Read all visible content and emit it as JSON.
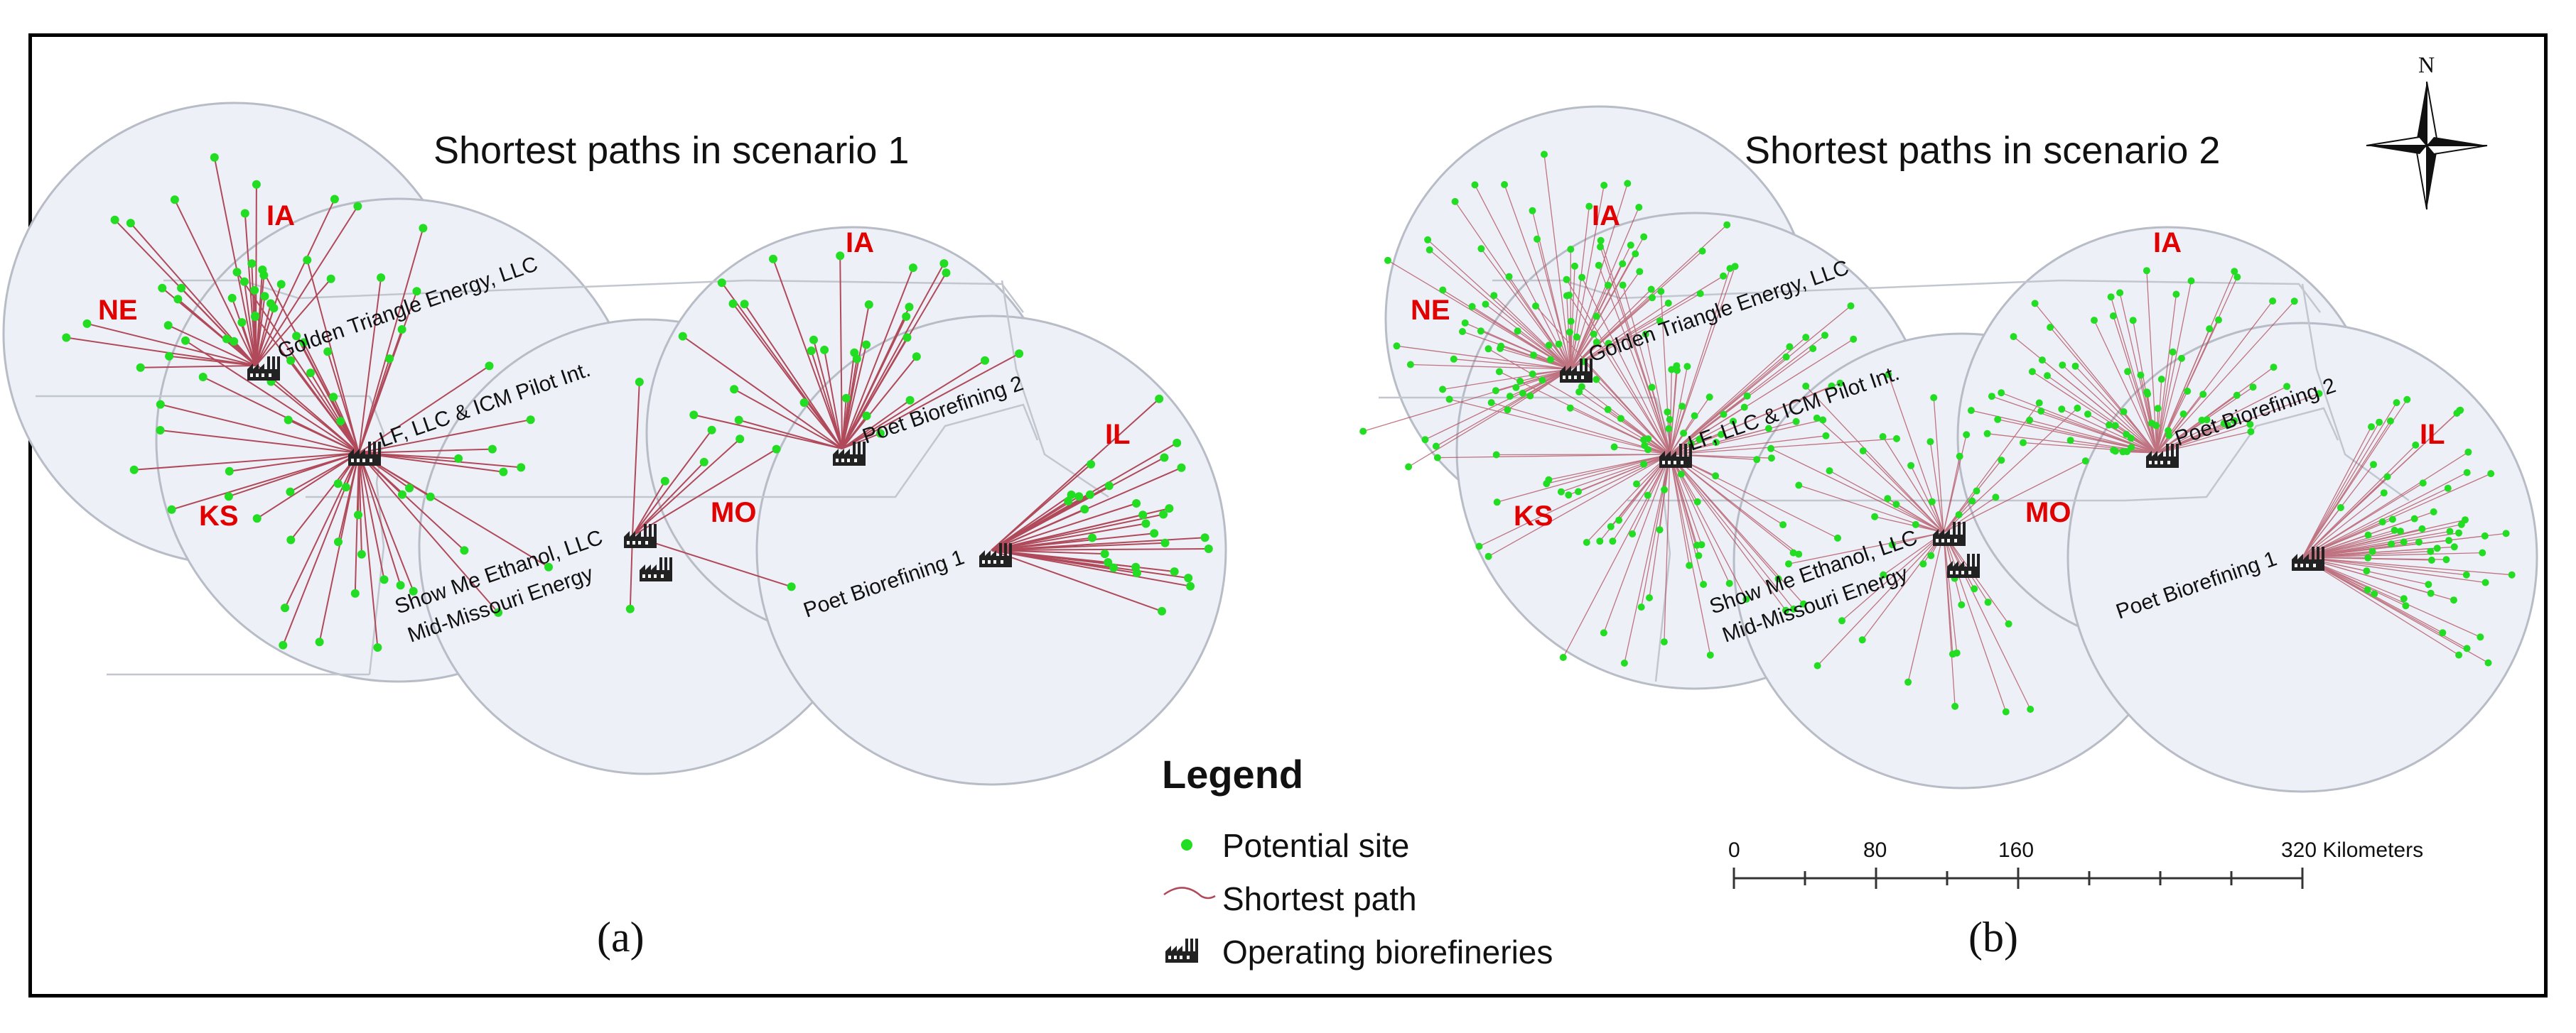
{
  "panels": [
    {
      "id": "a",
      "title": "Shortest paths in scenario 1",
      "label": "(a)",
      "states": [
        "IA",
        "NE",
        "KS",
        "IA",
        "MO",
        "IL"
      ],
      "facilities": [
        "Golden Triangle Energy, LLC",
        "LF, LLC & ICM Pilot Int.",
        "Show Me Ethanol, LLC",
        "Mid-Missouri Energy",
        "Poet Biorefining 2",
        "Poet Biorefining 1"
      ]
    },
    {
      "id": "b",
      "title": "Shortest paths in scenario 2",
      "label": "(b)",
      "states": [
        "IA",
        "NE",
        "KS",
        "IA",
        "MO",
        "IL"
      ],
      "facilities": [
        "Golden Triangle Energy, LLC",
        "LF, LLC & ICM Pilot Int.",
        "Show Me Ethanol, LLC",
        "Mid-Missouri Energy",
        "Poet Biorefining 2",
        "Poet Biorefining 1"
      ]
    }
  ],
  "legend": {
    "title": "Legend",
    "items": [
      "Potential site",
      "Shortest path",
      "Operating biorefineries"
    ]
  },
  "scale_bar": {
    "ticks": [
      "0",
      "80",
      "160",
      "320 Kilometers"
    ]
  },
  "north_arrow": {
    "label": "N"
  },
  "colors": {
    "site": "#22dd22",
    "path": "#b04a5a",
    "state_label": "#e00000",
    "map_fill": "#edf0f7",
    "map_outline": "#b8bcc6"
  },
  "icons": [
    "factory-icon",
    "north-arrow-icon"
  ]
}
